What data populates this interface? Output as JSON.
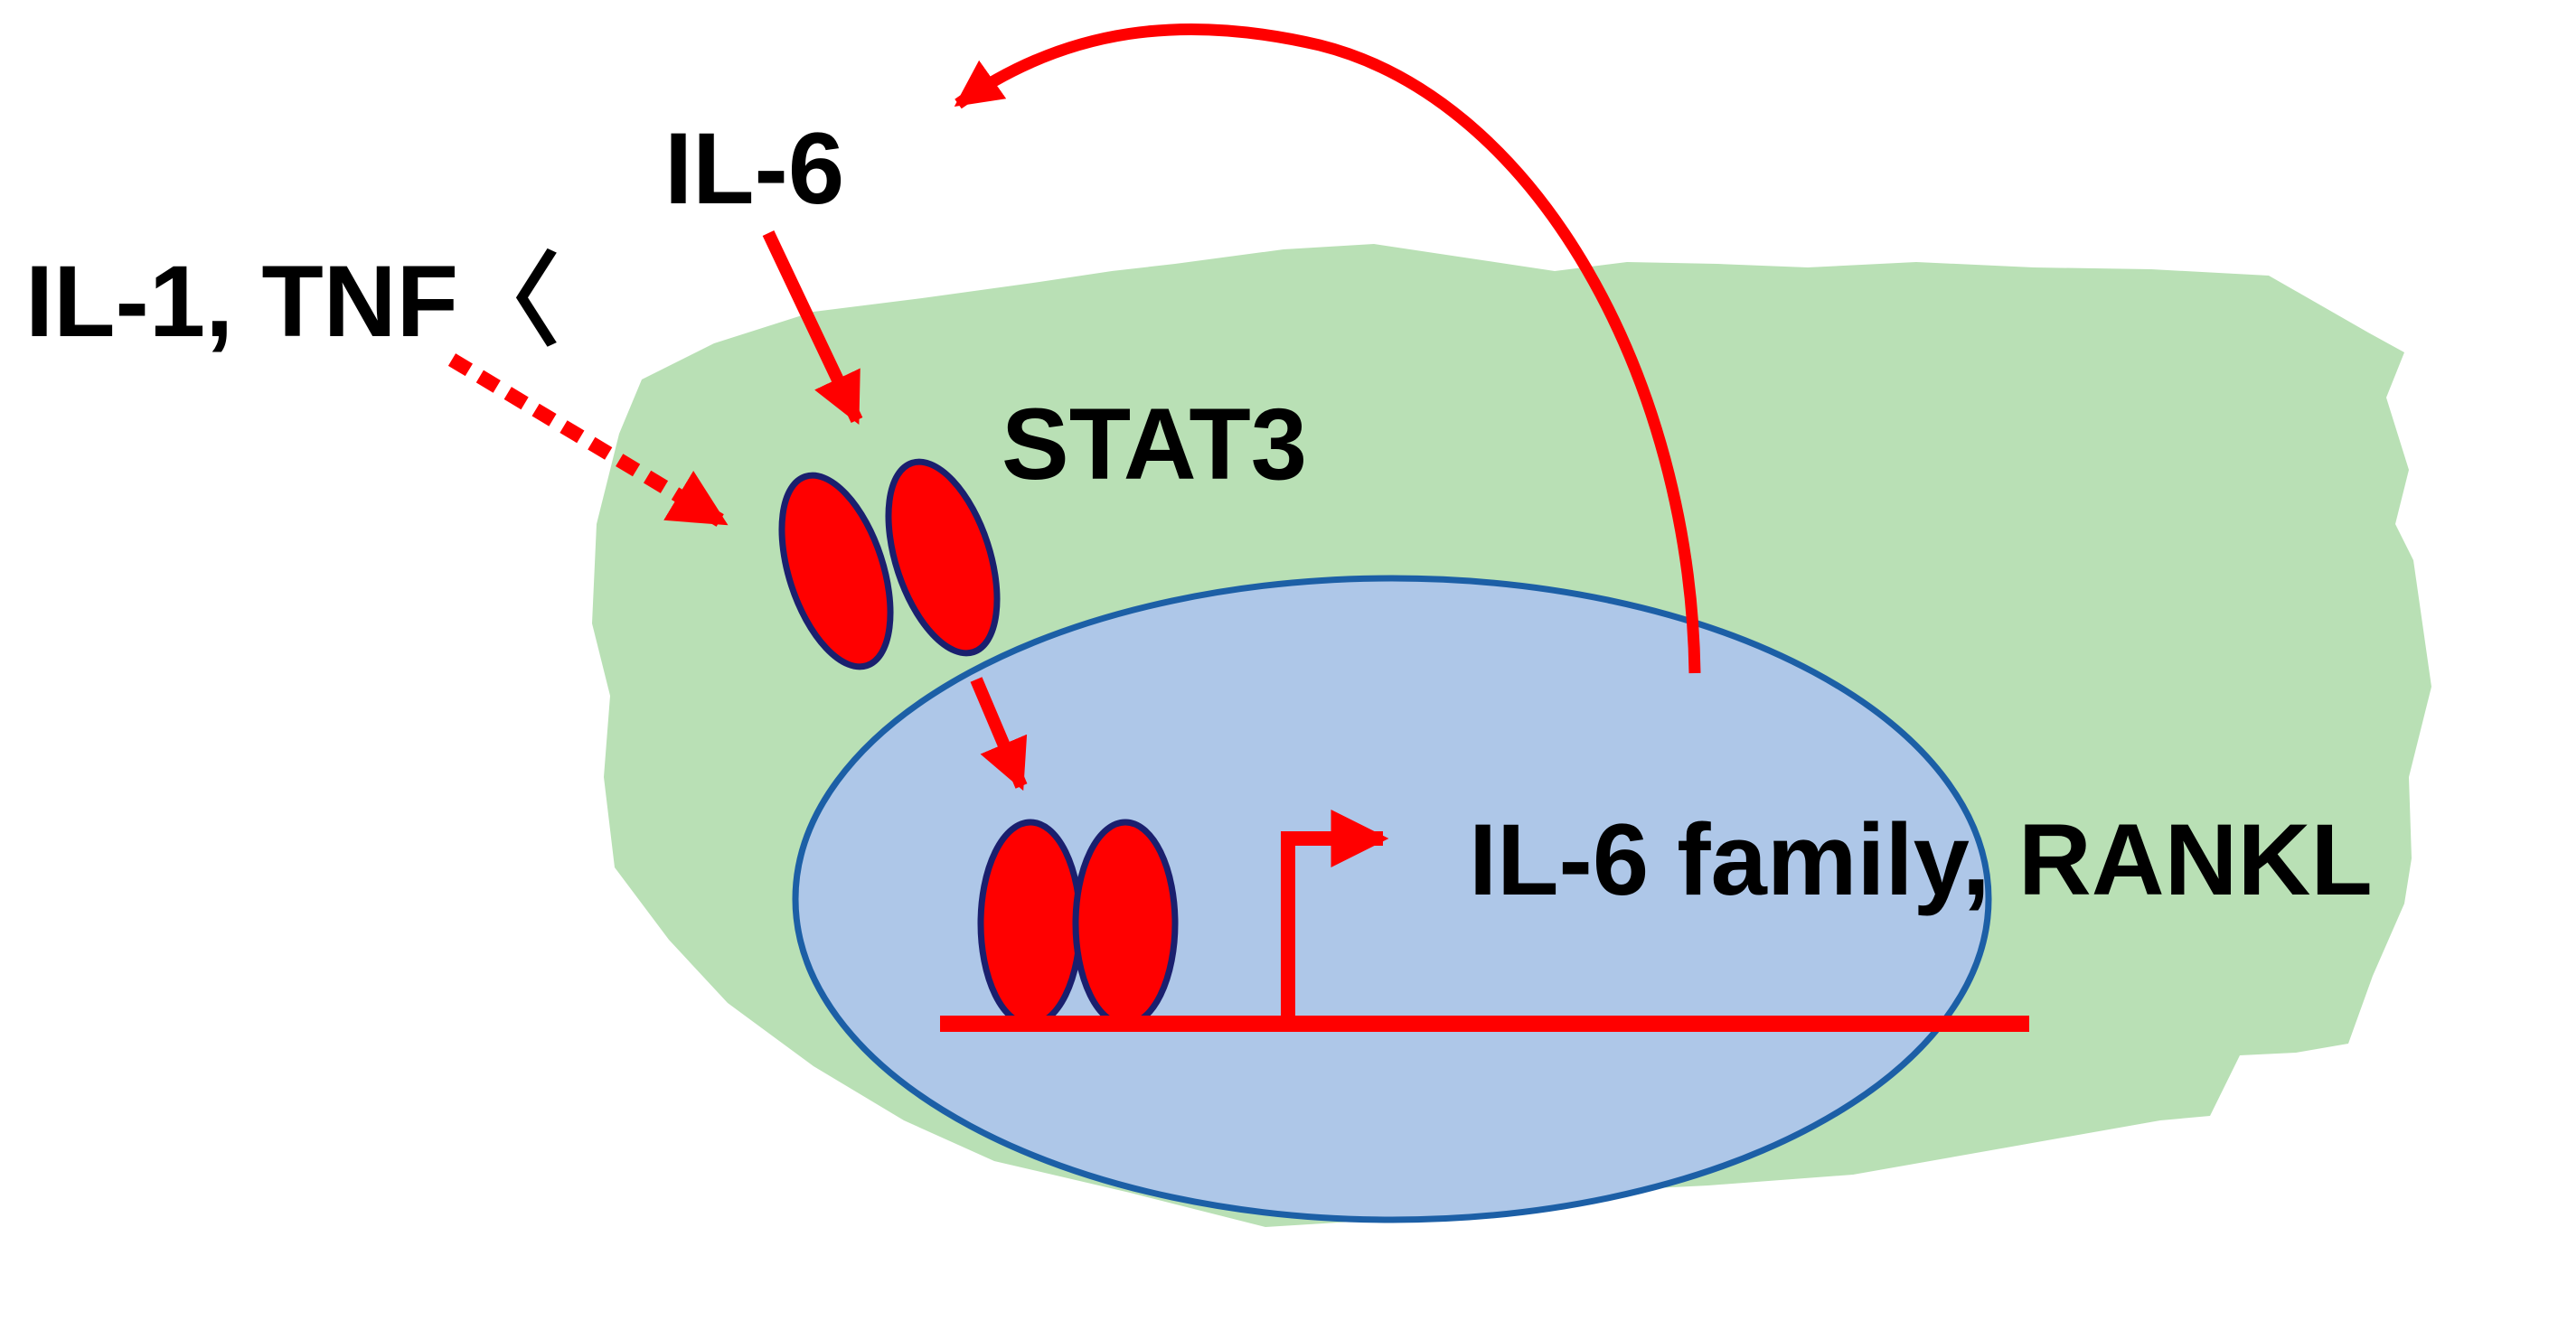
{
  "labels": {
    "il6_top": "IL-6",
    "il1_tnf": "IL-1, TNF〈",
    "stat3": "STAT3",
    "target_genes": "IL-6 family, RANKL"
  },
  "colors": {
    "cell": "#b9e0b5",
    "nucleus_fill": "#aec7e8",
    "nucleus_stroke": "#1c5fa6",
    "arrow": "#ff0000",
    "stat_fill": "#ff0000",
    "stat_stroke": "#1a1f6e",
    "text": "#000000"
  }
}
